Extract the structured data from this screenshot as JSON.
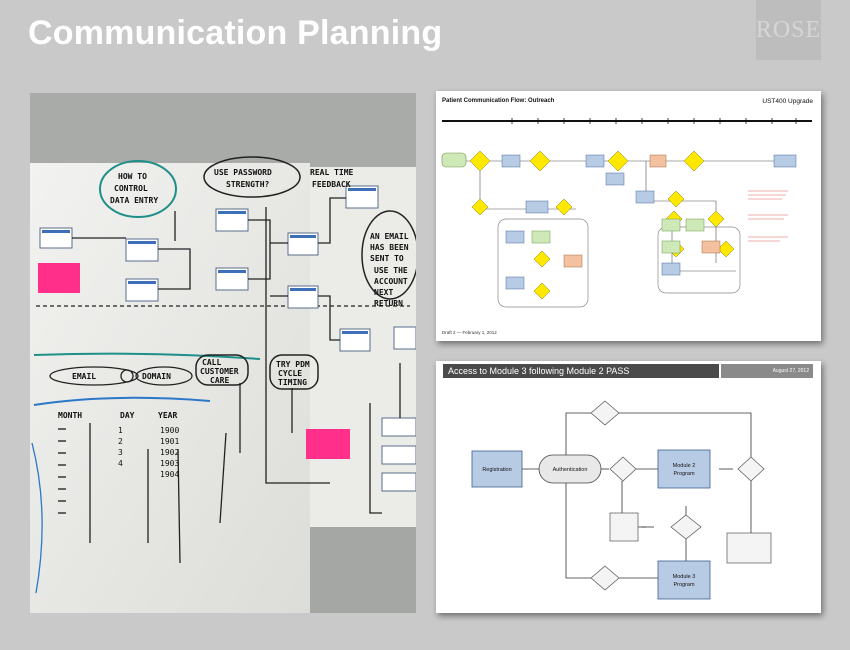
{
  "title": "Communication Planning",
  "logo": "ROSE",
  "whiteboard": {
    "labels": {
      "how_to": "HOW TO",
      "control": "CONTROL",
      "data_entry": "DATA ENTRY",
      "use_password": "USE PASSWORD",
      "strength": "STRENGTH?",
      "real_time": "REAL TIME",
      "feedback": "FEEDBACK",
      "call": "CALL",
      "customer": "CUSTOMER",
      "care": "CARE",
      "try_pdm": "TRY PDM",
      "cycle": "CYCLE",
      "timing": "TIMING",
      "email": "EMAIL",
      "domain": "DOMAIN",
      "month": "MONTH",
      "day": "DAY",
      "year": "YEAR",
      "years": [
        "1900",
        "1901",
        "1902",
        "1903",
        "1904"
      ],
      "days": [
        "1",
        "2",
        "3",
        "4"
      ],
      "an_email": "AN EMAIL",
      "has_been": "HAS BEEN",
      "sent": "SENT TO",
      "use_the": "USE THE",
      "acct": "ACCOUNT",
      "next": "NEXT",
      "return": "RETURN"
    }
  },
  "flow1": {
    "title": "Patient Communication Flow: Outreach",
    "code": "UST400 Upgrade",
    "draft": "Draft 2 — February 1, 2012"
  },
  "flow2": {
    "banner": "Access to Module 3 following Module 2 PASS",
    "date": "August 27, 2012",
    "nodes": {
      "registration": "Registration",
      "authentication": "Authentication",
      "module2_line1": "Module 2",
      "module2_line2": "Program",
      "module3_line1": "Module 3",
      "module3_line2": "Program"
    }
  },
  "colors": {
    "background": "#c9c9c9",
    "panel": "#ffffff",
    "sticky_pink": "#ff2f8a",
    "box_blue": "#b8cbe4",
    "diamond_yellow": "#ffe800",
    "box_green": "#cfe8b8"
  }
}
